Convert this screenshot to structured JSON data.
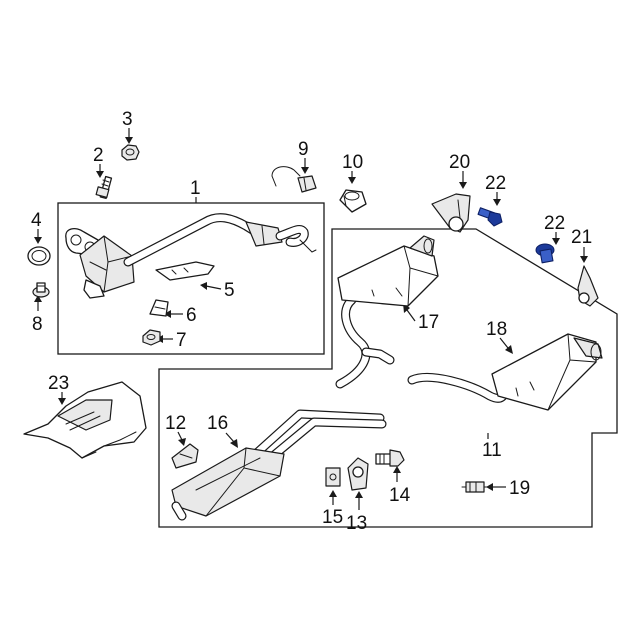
{
  "diagram": {
    "callouts": {
      "c1": "1",
      "c2": "2",
      "c3": "3",
      "c4": "4",
      "c5": "5",
      "c6": "6",
      "c7": "7",
      "c8": "8",
      "c9": "9",
      "c10": "10",
      "c11": "11",
      "c12": "12",
      "c13": "13",
      "c14": "14",
      "c15": "15",
      "c16": "16",
      "c17": "17",
      "c18": "18",
      "c19": "19",
      "c20": "20",
      "c21": "21",
      "c22a": "22",
      "c22b": "22",
      "c23": "23"
    },
    "colors": {
      "line": "#1a1a1a",
      "highlight_fill": "#3a5fc7",
      "highlight_stroke": "#0d1f63",
      "background": "#ffffff"
    },
    "highlighted_parts": [
      "bolt-22-upper",
      "bolt-22-lower"
    ]
  }
}
